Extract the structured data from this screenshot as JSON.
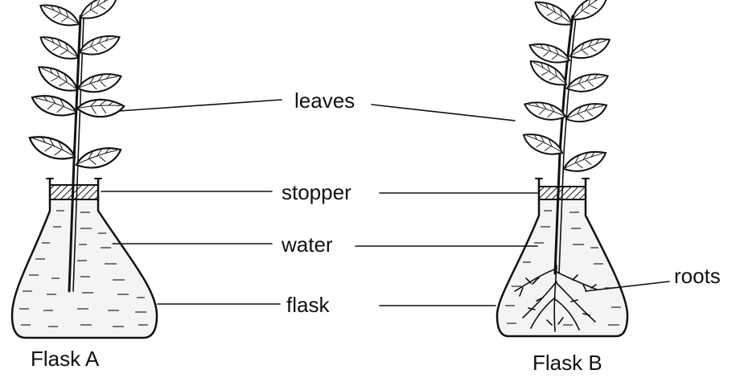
{
  "labels": {
    "leaves": "leaves",
    "stopper": "stopper",
    "water": "water",
    "flask": "flask",
    "roots": "roots"
  },
  "captions": {
    "flask_a": "Flask A",
    "flask_b": "Flask B"
  }
}
